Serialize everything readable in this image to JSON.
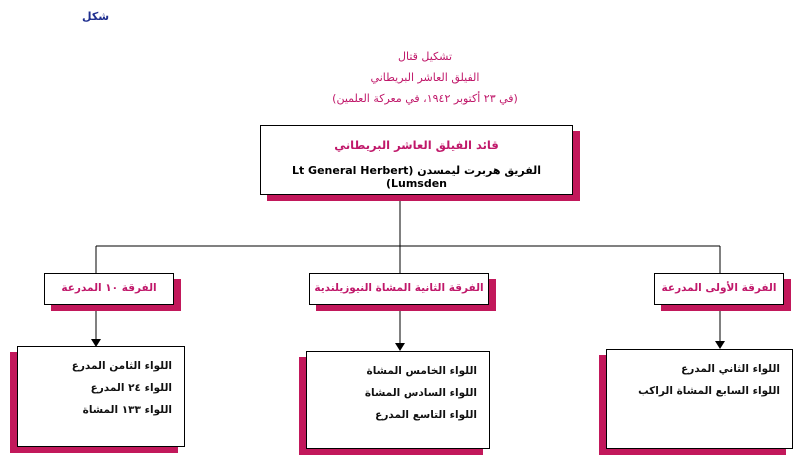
{
  "figure_label": "شكل",
  "title": {
    "line1": "تشكيل قتال",
    "line2": "الفيلق العاشر البريطاني",
    "line3": "(في ٢٣ أكتوبر ١٩٤٢، في معركة العلمين)"
  },
  "commander": {
    "role": "قائد الفيلق العاشر البريطاني",
    "name": "الفريق هربرت ليمسدن (Lt General  Herbert Lumsden)"
  },
  "divisions": [
    {
      "label": "الفرقة ١٠ المدرعة",
      "brigades": [
        "اللواء الثامن المدرع",
        "اللواء ٢٤ المدرع",
        "اللواء ١٣٣ المشاة"
      ]
    },
    {
      "label": "الفرقة الثانية المشاة النيوزيلندية",
      "brigades": [
        "اللواء الخامس المشاة",
        "اللواء السادس المشاة",
        "اللواء التاسع المدرع"
      ]
    },
    {
      "label": "الفرقة الأولى المدرعة",
      "brigades": [
        "اللواء الثاني المدرع",
        "اللواء السابع المشاة الراكب"
      ]
    }
  ]
}
